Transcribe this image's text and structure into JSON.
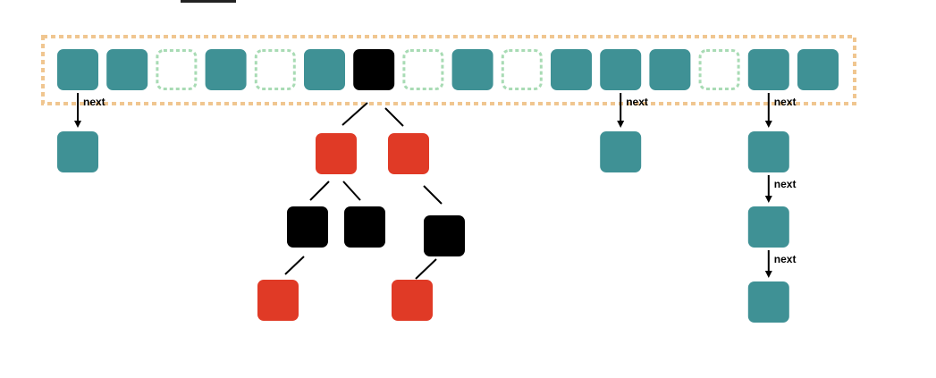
{
  "colors": {
    "bucket": "#3f9195",
    "empty_bucket_border": "#a8dbb4",
    "array_border": "#f0c690",
    "black_node": "#000000",
    "red_node": "#e03a26",
    "line": "#000000",
    "background": "#ffffff"
  },
  "array": {
    "slots": [
      "filled",
      "filled",
      "empty",
      "filled",
      "empty",
      "filled",
      "black",
      "empty",
      "filled",
      "empty",
      "filled",
      "filled",
      "filled",
      "empty",
      "filled",
      "filled"
    ]
  },
  "next_label": "next",
  "lists": [
    {
      "slot": 0,
      "length": 1
    },
    {
      "slot": 11,
      "length": 1
    },
    {
      "slot": 14,
      "length": 3
    }
  ],
  "tree": {
    "root": {
      "slot": 6,
      "color": "black"
    },
    "nodes": [
      {
        "id": "L",
        "parent": "root",
        "color": "red"
      },
      {
        "id": "R",
        "parent": "root",
        "color": "red"
      },
      {
        "id": "LL",
        "parent": "L",
        "color": "black"
      },
      {
        "id": "LR",
        "parent": "L",
        "color": "black"
      },
      {
        "id": "RC",
        "parent": "R",
        "color": "black"
      },
      {
        "id": "LLL",
        "parent": "LL",
        "color": "red"
      },
      {
        "id": "RCL",
        "parent": "RC",
        "color": "red"
      }
    ]
  }
}
